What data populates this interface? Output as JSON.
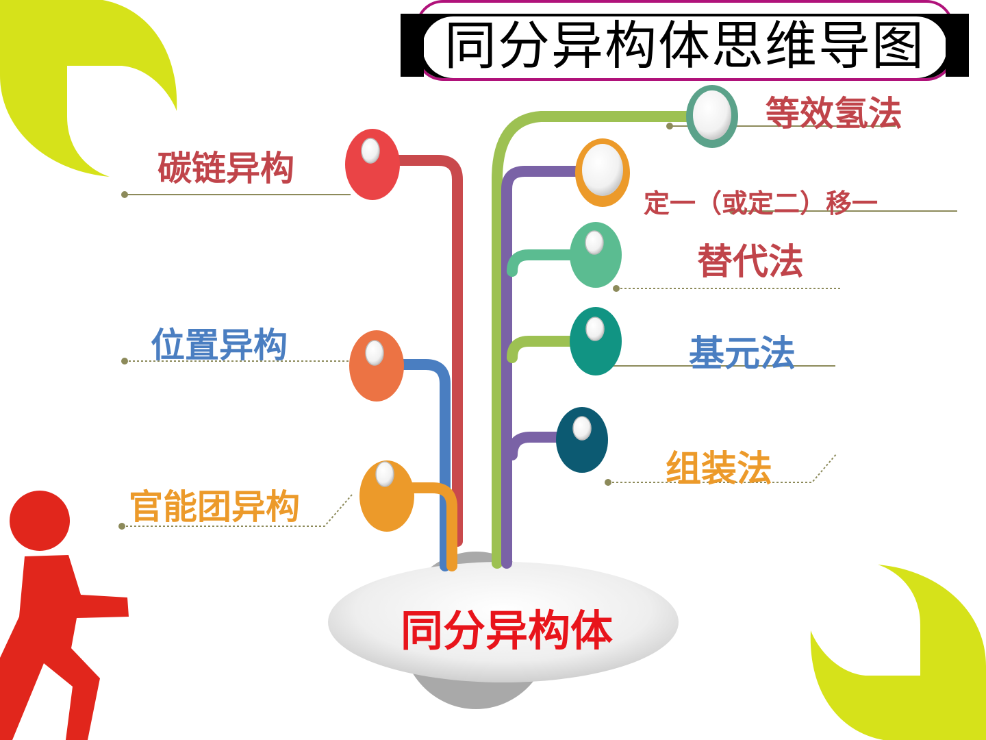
{
  "title": "同分异构体思维导图",
  "center": "同分异构体",
  "colors": {
    "accent_yellow": "#d6e21a",
    "person": "#e1261c",
    "center_text": "#e8141b",
    "title_frame": "#b0127a"
  },
  "left_branches": [
    {
      "label": "碳链异构",
      "color": "#c9494c",
      "text_color": "#c0444a"
    },
    {
      "label": "位置异构",
      "color": "#4a7ec1",
      "text_color": "#4a7ec1"
    },
    {
      "label": "官能团异构",
      "color": "#ec9a2a",
      "text_color": "#ec9a2a"
    }
  ],
  "right_branches": [
    {
      "label": "等效氢法",
      "color": "#5ba28a",
      "text_color": "#c0444a"
    },
    {
      "label": "定一（或定二）移一",
      "color": "#ec9a2a",
      "text_color": "#c0444a"
    },
    {
      "label": "替代法",
      "color": "#5bbc91",
      "text_color": "#c0444a"
    },
    {
      "label": "基元法",
      "color": "#119483",
      "text_color": "#4a7ec1"
    },
    {
      "label": "组装法",
      "color": "#0c5a72",
      "text_color": "#ec9a2a"
    }
  ]
}
